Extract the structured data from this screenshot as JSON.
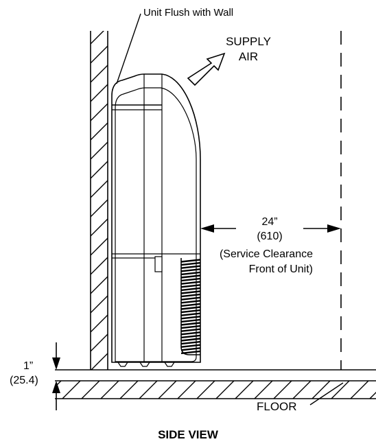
{
  "labels": {
    "unit_flush": "Unit Flush with Wall",
    "supply_air_1": "SUPPLY",
    "supply_air_2": "AIR",
    "clearance_in": "24”",
    "clearance_mm": "(610)",
    "clearance_desc_1": "(Service Clearance",
    "clearance_desc_2": "Front of Unit)",
    "gap_in": "1”",
    "gap_mm": "(25.4)",
    "floor": "FLOOR",
    "view_title": "SIDE VIEW"
  }
}
